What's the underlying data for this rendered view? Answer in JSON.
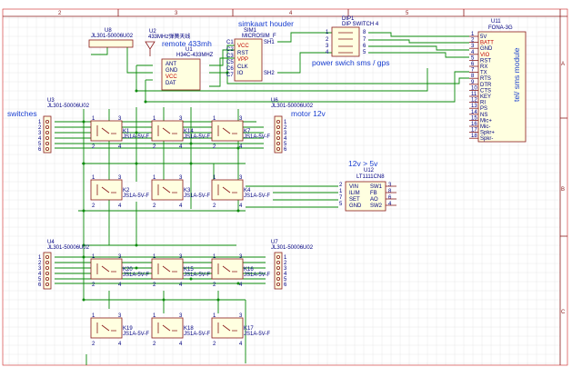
{
  "frame": {
    "cols": [
      "2",
      "3",
      "4",
      "5"
    ],
    "rows": [
      "A",
      "B",
      "C"
    ]
  },
  "notes": {
    "remote": "remote 433mh",
    "simkaart": "simkaart houder",
    "power_switch": "power swich sms / gps",
    "switches": "switches",
    "motor": "motor 12v",
    "converter": "12v > 5v",
    "tel_module": "tel/ sms module"
  },
  "components": {
    "u8": {
      "ref": "U8",
      "value": "JL301-50006U02"
    },
    "u2": {
      "ref": "U2",
      "value": "433MHz弹簧天线"
    },
    "u1": {
      "ref": "U1",
      "value": "H34C-433MHZ",
      "pins": [
        "ANT",
        "GND",
        "VCC",
        "DAT"
      ]
    },
    "sim1": {
      "ref": "SIM1",
      "value": "MICROSIM_F",
      "pins": [
        "VCC",
        "RST",
        "VPP",
        "CLK",
        "IO"
      ],
      "right_pins": [
        "SH1",
        "SH2"
      ],
      "left_pins": [
        "C1",
        "C2",
        "C3",
        "C5",
        "C6",
        "C7"
      ]
    },
    "dip1": {
      "ref": "DIP1",
      "value": "DIP SWITCH 4",
      "left": [
        "1",
        "2",
        "3",
        "4"
      ],
      "right": [
        "8",
        "7",
        "6",
        "5"
      ]
    },
    "u11": {
      "ref": "U11",
      "value": "FONA-3G",
      "pins": [
        "5V",
        "BATT",
        "GND",
        "VIO",
        "RST",
        "RX",
        "TX",
        "RTS",
        "DTR",
        "CTS",
        "KEY",
        "RI",
        "PS",
        "NS",
        "Mic+",
        "Mic-",
        "Spkr+",
        "Spkr-"
      ],
      "pin_numbers": [
        "1",
        "2",
        "3",
        "4",
        "5",
        "6",
        "7",
        "8",
        "9",
        "10",
        "11",
        "12",
        "13",
        "14",
        "15",
        "16",
        "17",
        "18"
      ]
    },
    "u3": {
      "ref": "U3",
      "value": "JL301-50006U02"
    },
    "u6": {
      "ref": "U6",
      "value": "JL301-50006U02"
    },
    "u4": {
      "ref": "U4",
      "value": "JL301-50006U02"
    },
    "u7": {
      "ref": "U7",
      "value": "JL301-50006U02"
    },
    "u12": {
      "ref": "U12",
      "value": "LT1111CN8",
      "left": [
        "VIN",
        "ILIM",
        "SET",
        "GND"
      ],
      "right": [
        "SW1",
        "FB",
        "AO",
        "SW2"
      ],
      "left_num": [
        "2",
        "1",
        "7",
        "5"
      ],
      "right_num": [
        "3",
        "8",
        "6",
        "4"
      ]
    },
    "relays_top": [
      {
        "ref": "K1",
        "value": "JS1A-5V-F"
      },
      {
        "ref": "K14",
        "value": "JS1A-5V-F"
      },
      {
        "ref": "K7",
        "value": "JS1A-5V-F"
      }
    ],
    "relays_mid": [
      {
        "ref": "K2",
        "value": "JS1A-5V-F"
      },
      {
        "ref": "K3",
        "value": "JS1A-5V-F"
      },
      {
        "ref": "K4",
        "value": "JS1A-5V-F"
      }
    ],
    "relays_low": [
      {
        "ref": "K20",
        "value": "JS1A-5V-F"
      },
      {
        "ref": "K15",
        "value": "JS1A-5V-F"
      },
      {
        "ref": "K16",
        "value": "JS1A-5V-F"
      }
    ],
    "relays_bottom": [
      {
        "ref": "K19",
        "value": "JS1A-5V-F"
      },
      {
        "ref": "K18",
        "value": "JS1A-5V-F"
      },
      {
        "ref": "K17",
        "value": "JS1A-5V-F"
      }
    ],
    "connector_pins": [
      "1",
      "2",
      "3",
      "4",
      "5",
      "6"
    ]
  }
}
